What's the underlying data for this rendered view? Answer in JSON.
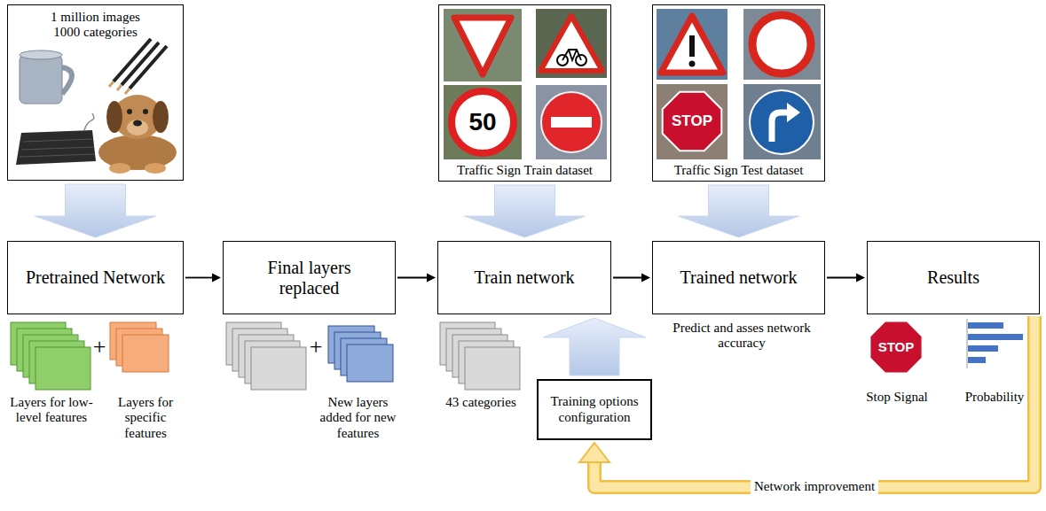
{
  "diagram": {
    "nodes": [
      {
        "text": [
          "1 million images 1000 categories"
        ]
      },
      {
        "text": [
          "Traffic Sign Train dataset"
        ]
      },
      {
        "text": [
          "Traffic Sign Test dataset"
        ]
      },
      {
        "text": [
          "Pretrained Network"
        ]
      },
      {
        "text": [
          "Final layers replaced"
        ]
      },
      {
        "text": [
          "Train network"
        ]
      },
      {
        "text": [
          "Trained network"
        ]
      },
      {
        "text": [
          "Results"
        ]
      },
      {
        "text": [
          "Training options configuration"
        ]
      }
    ],
    "edges": [
      {
        "from": 0,
        "to": 3,
        "arrow": "to"
      },
      {
        "from": 1,
        "to": 5,
        "arrow": "to"
      },
      {
        "from": 2,
        "to": 6,
        "arrow": "to"
      },
      {
        "from": 3,
        "to": 4,
        "arrow": "to"
      },
      {
        "from": 4,
        "to": 5,
        "arrow": "to"
      },
      {
        "from": 5,
        "to": 6,
        "arrow": "to"
      },
      {
        "from": 6,
        "to": 7,
        "arrow": "to"
      },
      {
        "from": 8,
        "to": 5,
        "arrow": "to"
      },
      {
        "from": 7,
        "to": 8,
        "label": "Network improvement",
        "arrow": "to"
      }
    ],
    "labels": [
      "50",
      "STOP",
      "+",
      "Layers for low-level features",
      "Layers for specific features",
      "+",
      "New layers added for new features",
      "43 categories",
      "Predict and asses network accuracy",
      "STOP",
      "Stop Signal",
      "Probability"
    ]
  }
}
